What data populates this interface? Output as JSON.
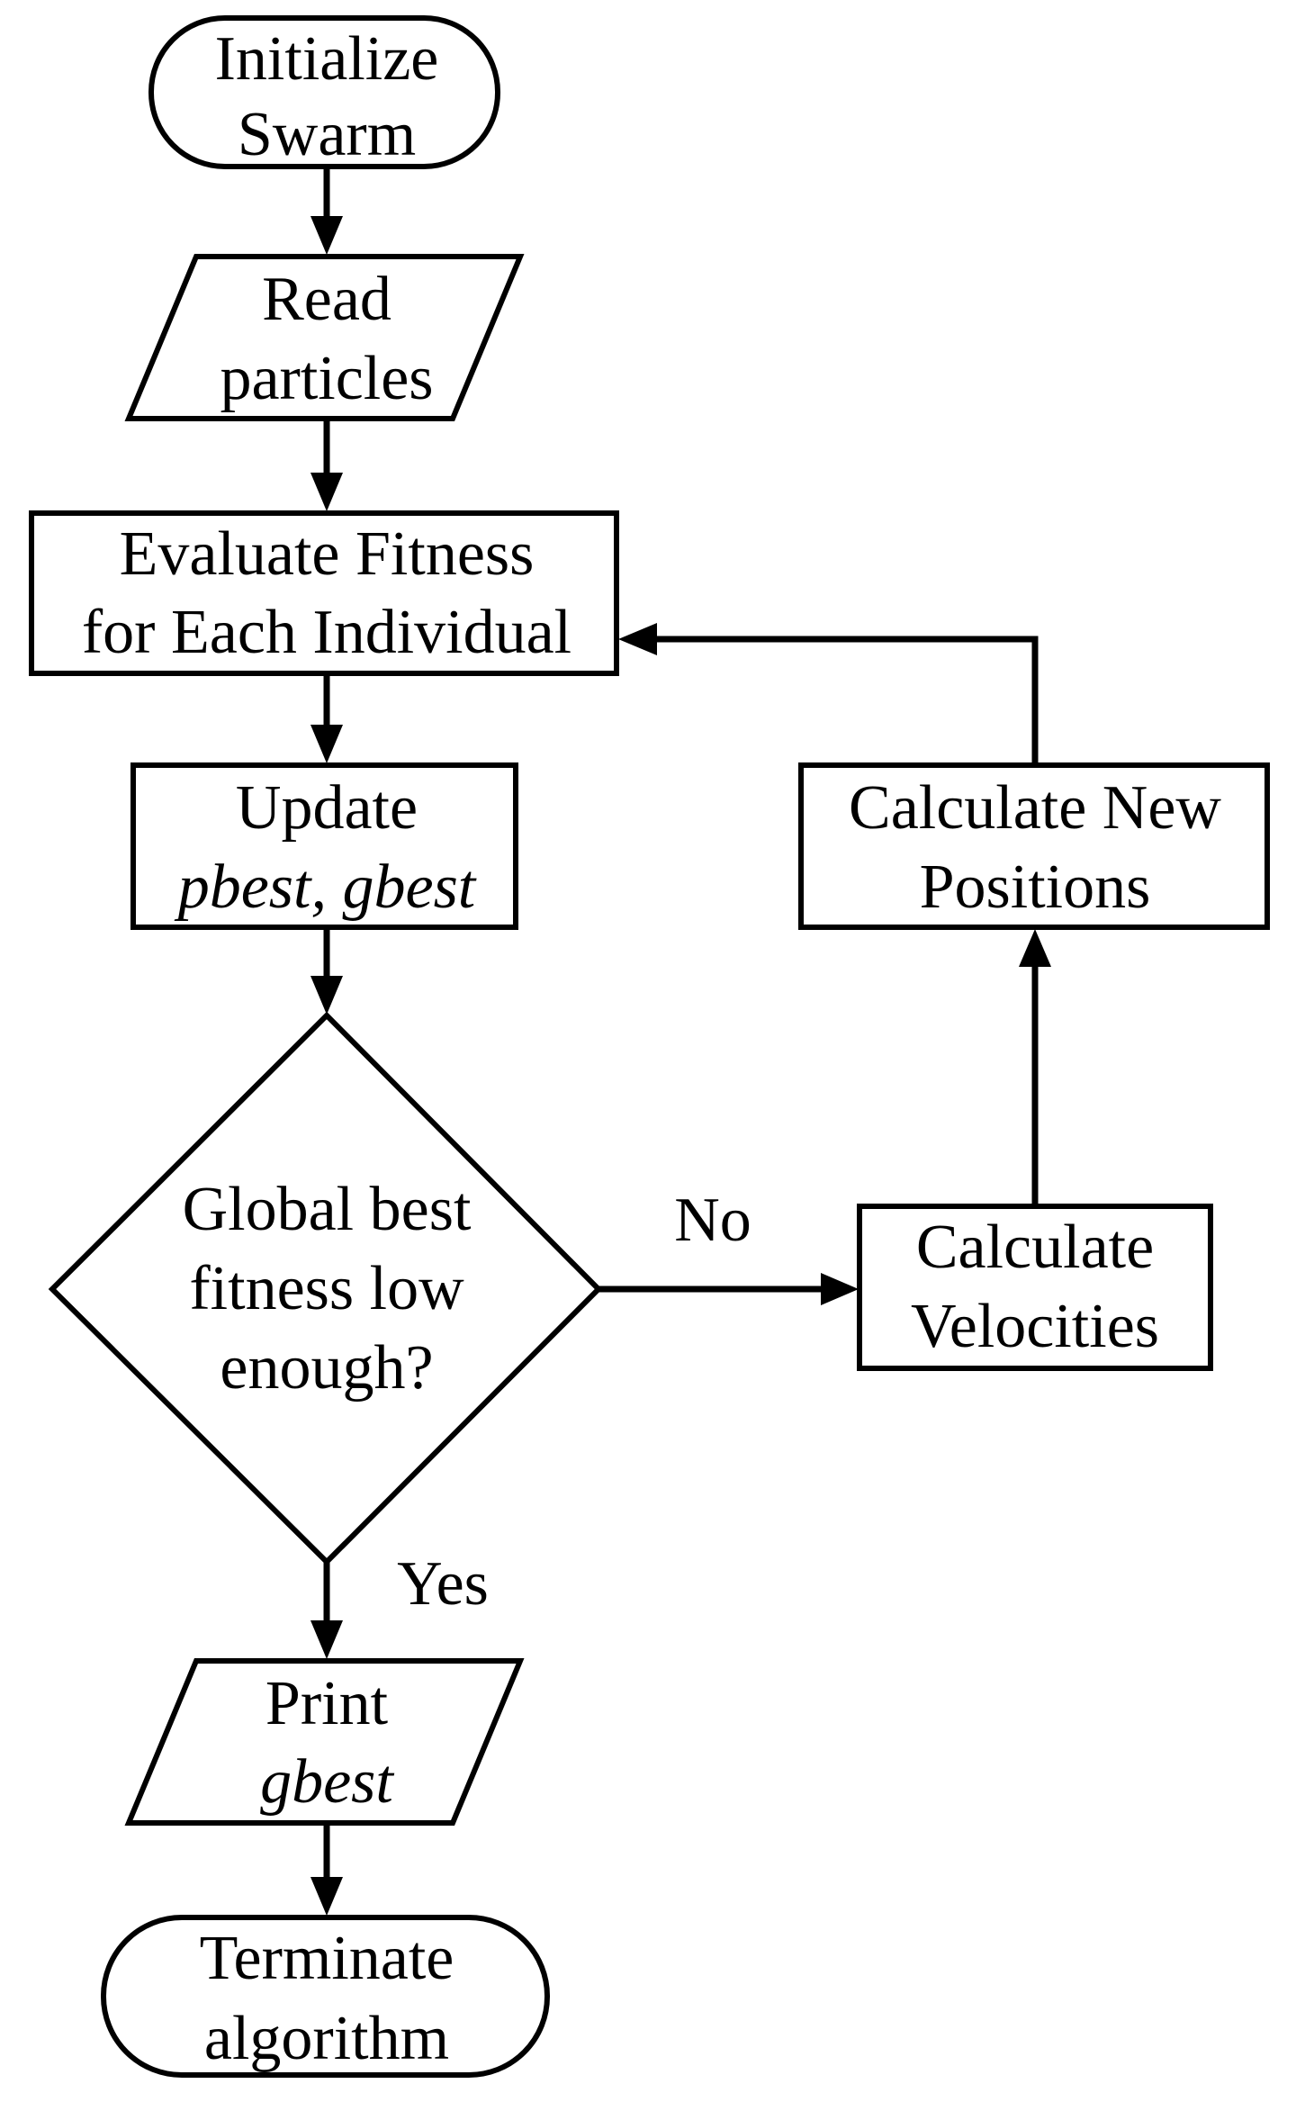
{
  "nodes": {
    "initialize": {
      "lines": [
        "Initialize",
        "Swarm"
      ]
    },
    "read": {
      "lines": [
        "Read",
        "particles"
      ]
    },
    "evaluate": {
      "lines": [
        "Evaluate Fitness",
        "for Each Individual"
      ]
    },
    "update": {
      "line1": "Update",
      "line2": "pbest, gbest"
    },
    "decision": {
      "lines": [
        "Global best",
        "fitness low",
        "enough?"
      ]
    },
    "velocities": {
      "lines": [
        "Calculate",
        "Velocities"
      ]
    },
    "positions": {
      "lines": [
        "Calculate New",
        "Positions"
      ]
    },
    "print": {
      "line1": "Print",
      "line2": "gbest"
    },
    "terminate": {
      "lines": [
        "Terminate",
        "algorithm"
      ]
    }
  },
  "edges": {
    "no_label": "No",
    "yes_label": "Yes"
  },
  "colors": {
    "stroke": "#000000",
    "fill": "#ffffff"
  }
}
